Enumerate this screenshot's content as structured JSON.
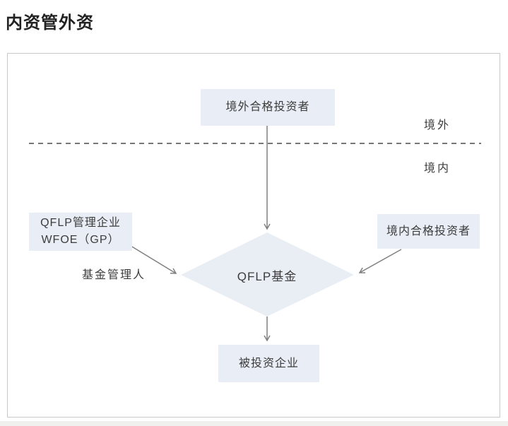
{
  "page": {
    "title": "内资管外资"
  },
  "diagram": {
    "nodes": {
      "top": {
        "label": "境外合格投资者"
      },
      "left": {
        "line1": "QFLP管理企业",
        "line2": "WFOE（GP）"
      },
      "right": {
        "label": "境内合格投资者"
      },
      "center": {
        "label": "QFLP基金"
      },
      "bottom": {
        "label": "被投资企业"
      }
    },
    "labels": {
      "offshore": "境外",
      "onshore": "境内",
      "fund_manager": "基金管理人"
    },
    "colors": {
      "node_fill": "#e9eef6",
      "diamond_fill": "#e9edf4",
      "arrow": "#808080",
      "dashed_line": "#4a4a4a",
      "border": "#c8c8c8",
      "text": "#3c3c3c"
    }
  }
}
